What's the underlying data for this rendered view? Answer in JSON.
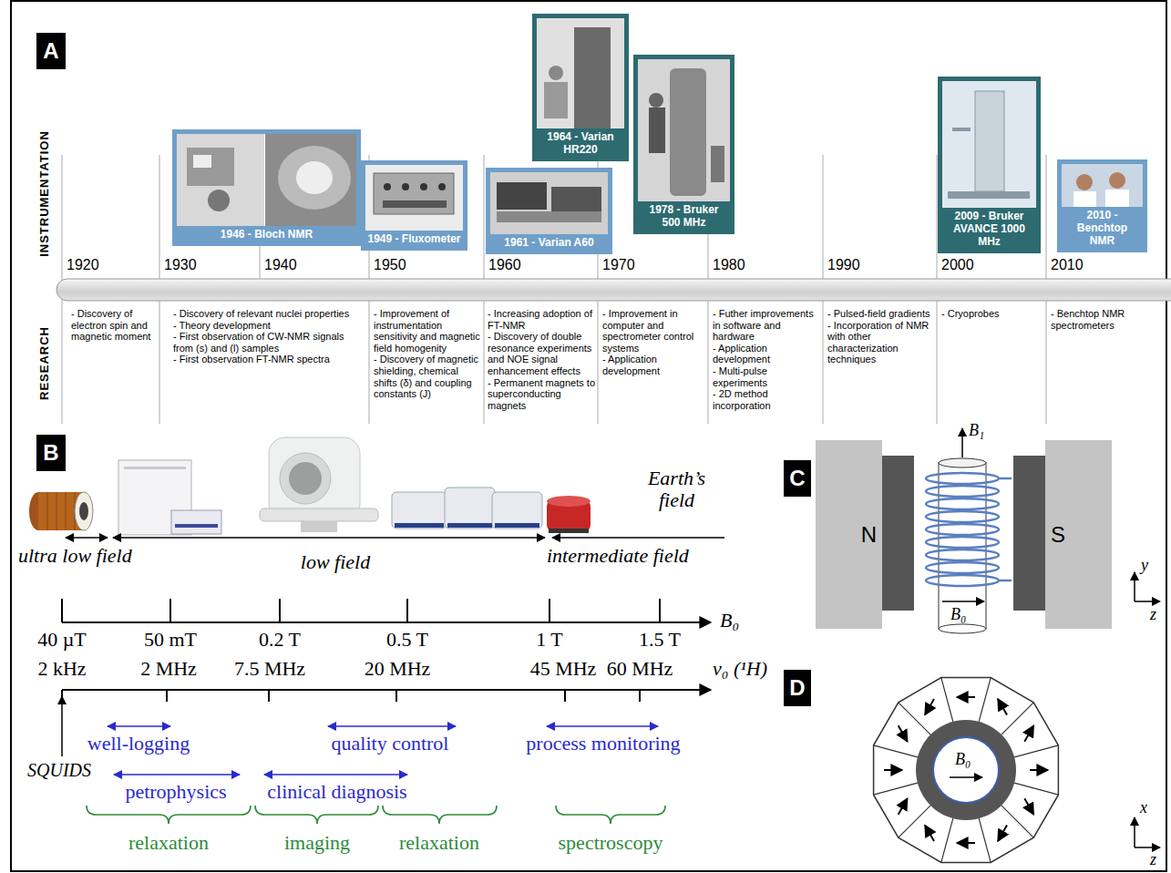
{
  "diagram": {
    "nodes": [
      {
        "text": [
          "A"
        ]
      },
      {
        "text": [
          "1946 - Bloch NMR"
        ]
      },
      {
        "text": [
          "1949 - Fluxometer"
        ]
      },
      {
        "text": [
          "1961 - Varian A60"
        ]
      },
      {
        "text": [
          "1964 - Varian HR220"
        ]
      },
      {
        "text": [
          "1978 - Bruker 500 MHz"
        ]
      },
      {
        "text": [
          "2009 - Bruker AVANCE 1000 MHz"
        ]
      },
      {
        "text": [
          "2010 - Benchtop NMR"
        ]
      },
      {
        "text": [
          "B"
        ]
      },
      {
        "text": [
          "C"
        ]
      },
      {
        "text": [
          "N"
        ]
      },
      {
        "text": [
          "S"
        ]
      },
      {
        "text": [
          "D"
        ]
      }
    ],
    "labels": [
      "INSTRUMENTATION",
      "RESEARCH",
      "1920",
      "1930",
      "1940",
      "1950",
      "1960",
      "1970",
      "1980",
      "1990",
      "2000",
      "2010",
      "- Discovery of electron spin and magnetic moment",
      "- Discovery of relevant nuclei properties",
      "- Theory development",
      "- First observation of CW-NMR signals from (s) and (l) samples",
      "- First observation FT-NMR spectra",
      "- Improvement of instrumentation sensitivity and magnetic field homogenity",
      "- Discovery of magnetic shielding, chemical shifts (δ) and coupling constants (J)",
      "- Increasing adoption of FT-NMR",
      "- Discovery of double resonance experiments and NOE signal enhancement effects",
      "- Permanent magnets to superconducting magnets",
      "- Improvement in computer and spectrometer control systems",
      "- Application development",
      "- Futher improvements in software and hardware",
      "- Application development",
      "- Multi-pulse experiments",
      "- 2D method incorporation",
      "- Pulsed-field gradients",
      "- Incorporation of NMR with other characterization techniques",
      "- Cryoprobes",
      "- Benchtop NMR spectrometers",
      "Earth’s field",
      "ultra low field",
      "low field",
      "intermediate field",
      "40 µT",
      "50 mT",
      "0.2 T",
      "0.5 T",
      "1 T",
      "1.5 T",
      "B₀",
      "2 kHz",
      "2 MHz",
      "7.5 MHz",
      "20 MHz",
      "45 MHz",
      "60 MHz",
      "ν₀ (¹H)",
      "well-logging",
      "quality control",
      "process monitoring",
      "SQUIDS",
      "petrophysics",
      "clinical diagnosis",
      "relaxation",
      "imaging",
      "relaxation",
      "spectroscopy",
      "B₁",
      "B₀",
      "y",
      "z",
      "B₀",
      "x",
      "z"
    ]
  }
}
